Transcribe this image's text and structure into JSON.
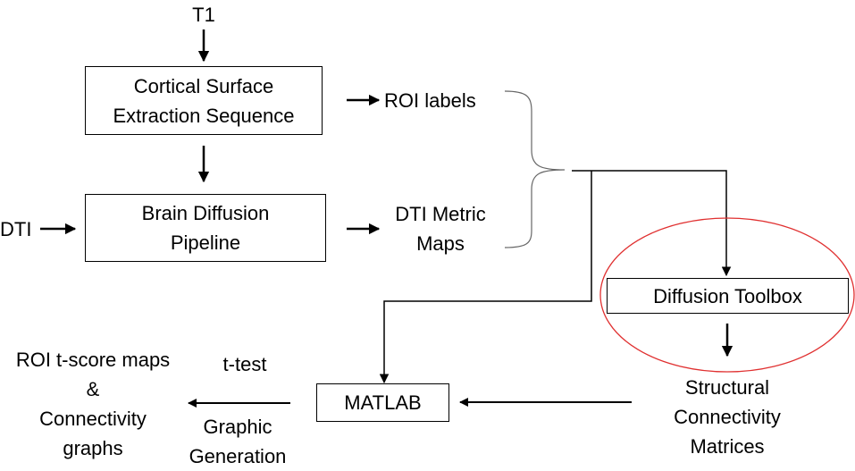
{
  "inputs": {
    "t1": "T1",
    "dti": "DTI"
  },
  "boxes": {
    "cortical": [
      "Cortical Surface",
      "Extraction Sequence"
    ],
    "brain_diffusion": [
      "Brain Diffusion",
      "Pipeline"
    ],
    "diffusion_toolbox": "Diffusion Toolbox",
    "matlab": "MATLAB"
  },
  "outputs": {
    "roi_labels": "ROI labels",
    "dti_metric_maps": [
      "DTI Metric",
      "Maps"
    ],
    "structural_matrices": [
      "Structural",
      "Connectivity",
      "Matrices"
    ],
    "results": [
      "ROI t-score maps",
      "&",
      "Connectivity",
      "graphs"
    ]
  },
  "edge_labels": {
    "t_test": "t-test",
    "graphic_generation": [
      "Graphic",
      "Generation"
    ]
  },
  "highlight_color": "#e03030"
}
